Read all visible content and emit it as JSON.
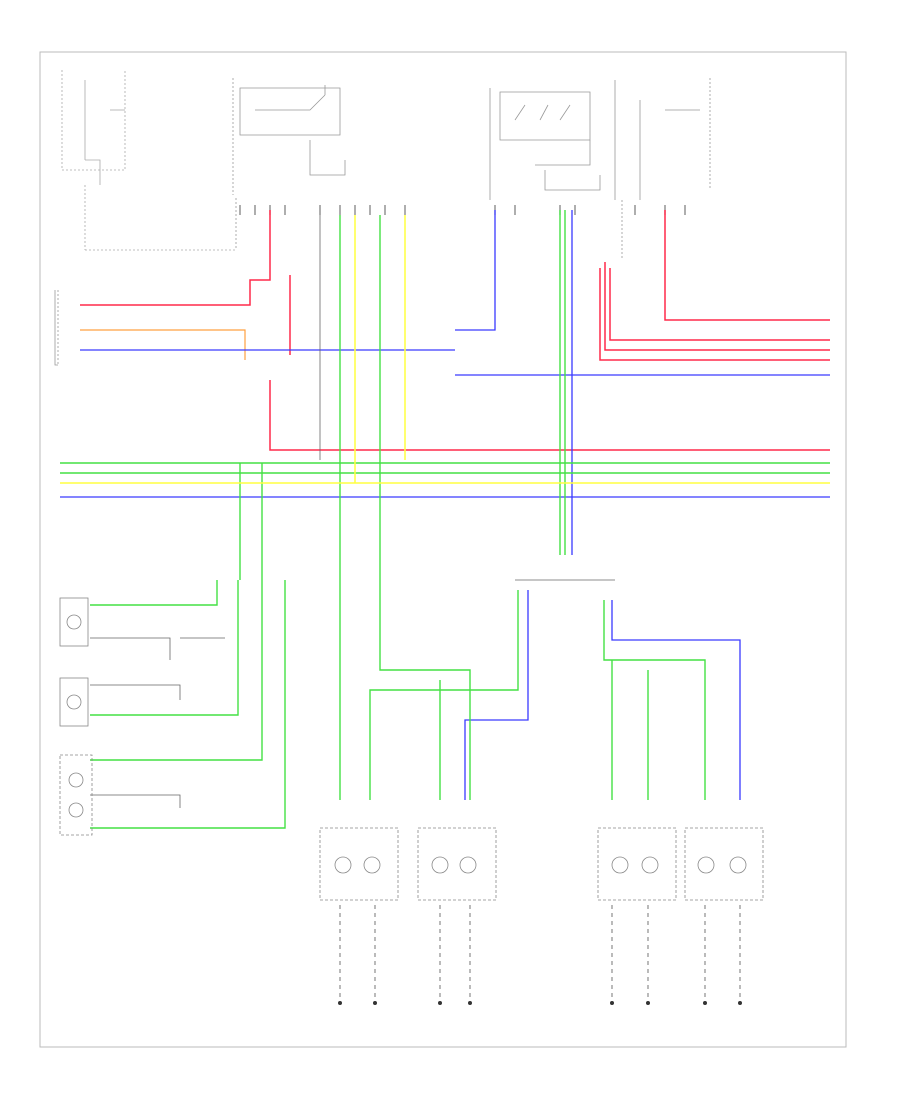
{
  "diagram": {
    "footer_code": "",
    "legend": [
      "",
      "",
      "",
      ""
    ],
    "wire_colors": {
      "red": "#ff2a4a",
      "orange": "#ffa040",
      "blue": "#3a3aff",
      "green": "#44e044",
      "yellow": "#ffff40",
      "black": "#444444"
    },
    "components": [
      {
        "id": "fuse-block-left",
        "label": ""
      },
      {
        "id": "headlamp-switch",
        "label": ""
      },
      {
        "id": "dimmer-relay",
        "label": ""
      },
      {
        "id": "fuse-block-right",
        "label": ""
      },
      {
        "id": "body-control-module",
        "label": ""
      },
      {
        "id": "left-license-lamp",
        "label": ""
      },
      {
        "id": "right-license-lamp",
        "label": ""
      },
      {
        "id": "license-lamp",
        "label": ""
      },
      {
        "id": "left-headlight",
        "label": ""
      },
      {
        "id": "right-headlight",
        "label": ""
      },
      {
        "id": "left-front-turn-lamp",
        "label": ""
      },
      {
        "id": "right-front-turn-lamp",
        "label": ""
      }
    ]
  }
}
